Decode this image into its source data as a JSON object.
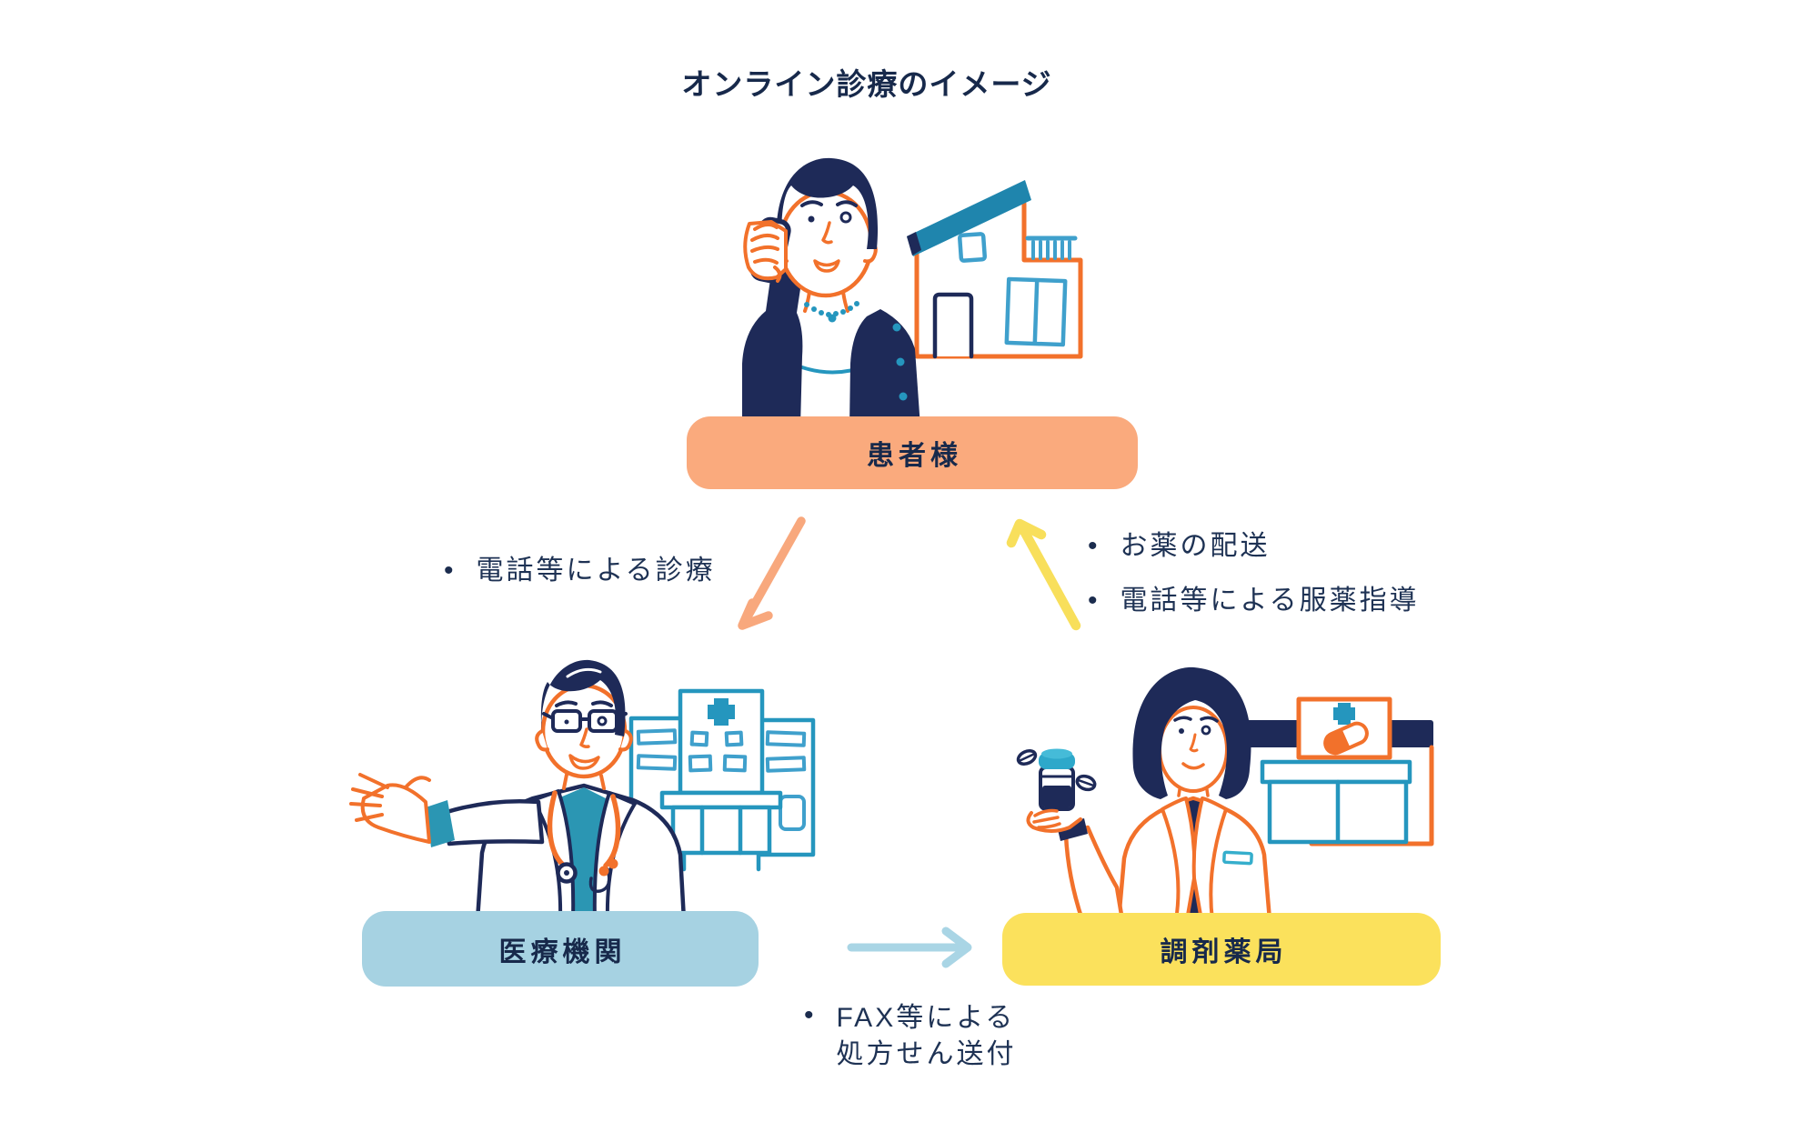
{
  "title": "オンライン診療のイメージ",
  "bullet_char": "•",
  "nodes": {
    "patient": {
      "label": "患者様",
      "color": "#FAAA7D"
    },
    "clinic": {
      "label": "医療機関",
      "color": "#A6D2E2"
    },
    "pharmacy": {
      "label": "調剤薬局",
      "color": "#FBE15C"
    }
  },
  "edges": {
    "patient_to_clinic": {
      "from": "patient",
      "to": "clinic",
      "arrow_color": "#F8A87D",
      "items": [
        "電話等による診療"
      ]
    },
    "pharmacy_to_patient": {
      "from": "pharmacy",
      "to": "patient",
      "arrow_color": "#F8DF5B",
      "items": [
        "お薬の配送",
        "電話等による服薬指導"
      ]
    },
    "clinic_to_pharmacy": {
      "from": "clinic",
      "to": "pharmacy",
      "arrow_color": "#A9D5E5",
      "items": [
        "FAX等による",
        "処方せん送付"
      ]
    }
  },
  "illustrations": {
    "patient": "person-talking-on-phone-with-house",
    "clinic": "doctor-waving-with-hospital",
    "pharmacy": "pharmacist-holding-medicine-with-drugstore"
  },
  "palette": {
    "text_navy": "#1B2C4E",
    "line_navy": "#1E2A58",
    "line_orange": "#F2712B",
    "teal": "#2596BE",
    "light_blue": "#3FA0CC",
    "roof_teal": "#1F85AD",
    "shirt_teal": "#2B96B3",
    "capsule_orange": "#F2712B"
  }
}
